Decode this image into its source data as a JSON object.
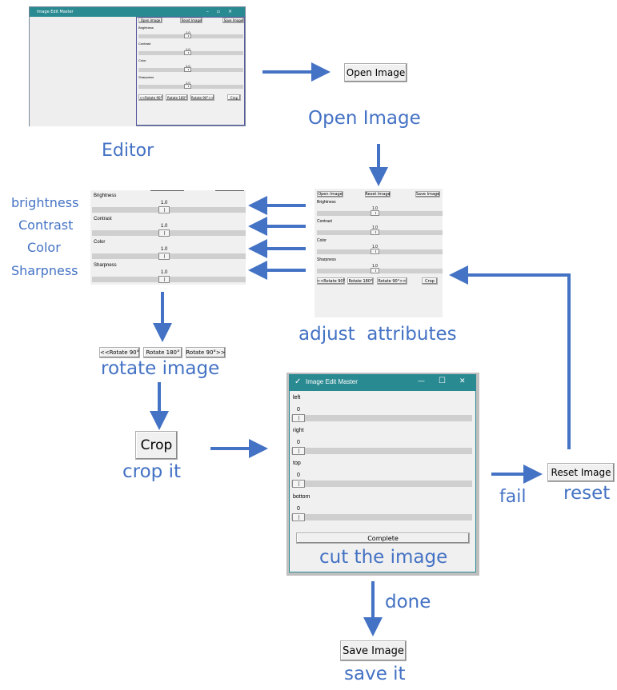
{
  "main_window": {
    "title": "Image Edit Master",
    "buttons": [
      "Open Image",
      "Reset Image",
      "Save Image"
    ],
    "sliders": [
      {
        "label": "Brightness",
        "value": "1.0"
      },
      {
        "label": "Contrast",
        "value": "1.0"
      },
      {
        "label": "Color",
        "value": "1.0"
      },
      {
        "label": "Sharpness",
        "value": "1.0"
      }
    ],
    "bottom_buttons": [
      "<<Rotate 90°",
      "Rotate 180°",
      "Rotate 90°>>",
      "Crop"
    ]
  },
  "captions": {
    "editor": "Editor",
    "open_image": "Open Image",
    "adjust": "adjust  attributes",
    "rotate": "rotate image",
    "crop": "crop it",
    "cut": "cut the image",
    "done": "done",
    "fail": "fail",
    "reset": "reset",
    "save": "save it"
  },
  "attribute_names": [
    "brightness",
    "Contrast",
    "Color",
    "Sharpness"
  ],
  "open_image_button": "Open Image",
  "adjust_panel": {
    "buttons": [
      "Open Image",
      "Reset Image",
      "Save Image"
    ],
    "sliders": [
      {
        "label": "Brightness",
        "value": "1.0"
      },
      {
        "label": "Contrast",
        "value": "1.0"
      },
      {
        "label": "Color",
        "value": "1.0"
      },
      {
        "label": "Sharpness",
        "value": "1.0"
      }
    ],
    "bottom_buttons": [
      "<<Rotate 90°",
      "Rotate 180°",
      "Rotate 90°>>",
      "Crop"
    ]
  },
  "zoom_panel": {
    "sliders": [
      {
        "label": "Brightness",
        "value": "1.0"
      },
      {
        "label": "Contrast",
        "value": "1.0"
      },
      {
        "label": "Color",
        "value": "1.0"
      },
      {
        "label": "Sharpness",
        "value": "1.0"
      }
    ]
  },
  "rotate_buttons": [
    "<<Rotate 90°",
    "Rotate 180°",
    "Rotate 90°>>"
  ],
  "crop_button": "Crop",
  "crop_window": {
    "title": "Image Edit Master",
    "check": "✓",
    "controls": [
      "—",
      "☐",
      "✕"
    ],
    "sliders": [
      {
        "label": "left",
        "value": "0"
      },
      {
        "label": "right",
        "value": "0"
      },
      {
        "label": "top",
        "value": "0"
      },
      {
        "label": "bottom",
        "value": "0"
      }
    ],
    "complete_button": "Complete"
  },
  "reset_button": "Reset Image",
  "save_button": "Save Image",
  "colors": {
    "accent": "#4472c4",
    "titlebar": "#2a8a92",
    "window_bg": "#f0f0f0"
  }
}
